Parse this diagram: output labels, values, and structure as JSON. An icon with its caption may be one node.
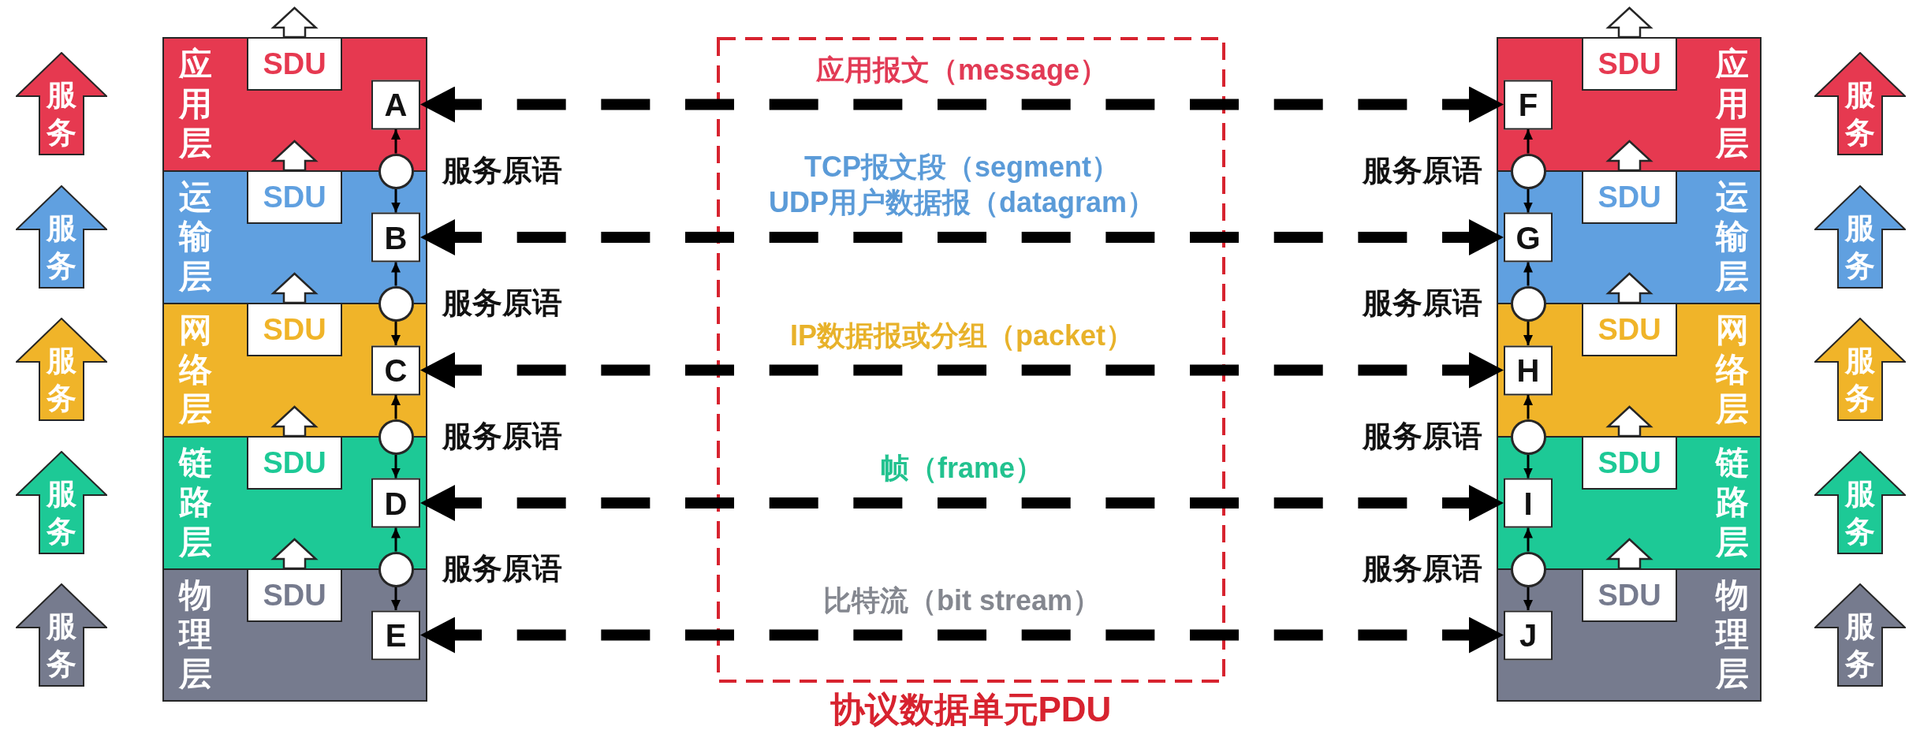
{
  "diagram": {
    "nodes": [
      {
        "text": [
          "服务"
        ]
      },
      {
        "text": [
          "服务"
        ]
      },
      {
        "text": [
          "服务"
        ]
      },
      {
        "text": [
          "服务"
        ]
      },
      {
        "text": [
          "服务"
        ]
      },
      {
        "text": [
          "应用层"
        ]
      },
      {
        "text": [
          "SDU"
        ],
        "in": 5
      },
      {
        "text": [
          "A"
        ],
        "in": 5
      },
      {
        "text": [
          "运输层"
        ]
      },
      {
        "text": [
          "SDU"
        ],
        "in": 8
      },
      {
        "text": [
          "B"
        ],
        "in": 8
      },
      {
        "text": [
          "网络层"
        ]
      },
      {
        "text": [
          "SDU"
        ],
        "in": 11
      },
      {
        "text": [
          "C"
        ],
        "in": 11
      },
      {
        "text": [
          "链路层"
        ]
      },
      {
        "text": [
          "SDU"
        ],
        "in": 14
      },
      {
        "text": [
          "D"
        ],
        "in": 14
      },
      {
        "text": [
          "物理层"
        ]
      },
      {
        "text": [
          "SDU"
        ],
        "in": 17
      },
      {
        "text": [
          "E"
        ],
        "in": 17
      },
      {
        "text": [],
        "shape": "circle",
        "beside": [
          "服务原语"
        ]
      },
      {
        "text": [],
        "shape": "circle",
        "beside": [
          "服务原语"
        ]
      },
      {
        "text": [],
        "shape": "circle",
        "beside": [
          "服务原语"
        ]
      },
      {
        "text": [],
        "shape": "circle",
        "beside": [
          "服务原语"
        ]
      },
      {
        "text": [
          "应用层"
        ]
      },
      {
        "text": [
          "SDU"
        ],
        "in": 24
      },
      {
        "text": [
          "F"
        ],
        "in": 24
      },
      {
        "text": [
          "运输层"
        ]
      },
      {
        "text": [
          "SDU"
        ],
        "in": 27
      },
      {
        "text": [
          "G"
        ],
        "in": 27
      },
      {
        "text": [
          "网络层"
        ]
      },
      {
        "text": [
          "SDU"
        ],
        "in": 30
      },
      {
        "text": [
          "H"
        ],
        "in": 30
      },
      {
        "text": [
          "链路层"
        ]
      },
      {
        "text": [
          "SDU"
        ],
        "in": 33
      },
      {
        "text": [
          "I"
        ],
        "in": 33
      },
      {
        "text": [
          "物理层"
        ]
      },
      {
        "text": [
          "SDU"
        ],
        "in": 36
      },
      {
        "text": [
          "J"
        ],
        "in": 36
      },
      {
        "text": [],
        "shape": "circle",
        "beside": [
          "服务原语"
        ]
      },
      {
        "text": [],
        "shape": "circle",
        "beside": [
          "服务原语"
        ]
      },
      {
        "text": [],
        "shape": "circle",
        "beside": [
          "服务原语"
        ]
      },
      {
        "text": [],
        "shape": "circle",
        "beside": [
          "服务原语"
        ]
      },
      {
        "text": [
          "服务"
        ]
      },
      {
        "text": [
          "服务"
        ]
      },
      {
        "text": [
          "服务"
        ]
      },
      {
        "text": [
          "服务"
        ]
      },
      {
        "text": [
          "服务"
        ]
      }
    ],
    "edges": [
      {
        "from": 7,
        "to": 26,
        "arrow": "both",
        "style": "dashed",
        "label": "应用报文（message）"
      },
      {
        "from": 10,
        "to": 29,
        "arrow": "both",
        "style": "dashed",
        "label": "TCP报文段（segment） UDP用户数据报（datagram）"
      },
      {
        "from": 13,
        "to": 32,
        "arrow": "both",
        "style": "dashed",
        "label": "IP数据报或分组（packet）"
      },
      {
        "from": 16,
        "to": 35,
        "arrow": "both",
        "style": "dashed",
        "label": "帧（frame）"
      },
      {
        "from": 19,
        "to": 38,
        "arrow": "both",
        "style": "dashed",
        "label": "比特流（bit stream）"
      },
      {
        "from": 20,
        "to": 7,
        "arrow": "to"
      },
      {
        "from": 20,
        "to": 10,
        "arrow": "to"
      },
      {
        "from": 21,
        "to": 10,
        "arrow": "to"
      },
      {
        "from": 21,
        "to": 13,
        "arrow": "to"
      },
      {
        "from": 22,
        "to": 13,
        "arrow": "to"
      },
      {
        "from": 22,
        "to": 16,
        "arrow": "to"
      },
      {
        "from": 23,
        "to": 16,
        "arrow": "to"
      },
      {
        "from": 23,
        "to": 19,
        "arrow": "to"
      },
      {
        "from": 39,
        "to": 26,
        "arrow": "to"
      },
      {
        "from": 39,
        "to": 29,
        "arrow": "to"
      },
      {
        "from": 40,
        "to": 29,
        "arrow": "to"
      },
      {
        "from": 40,
        "to": 32,
        "arrow": "to"
      },
      {
        "from": 41,
        "to": 32,
        "arrow": "to"
      },
      {
        "from": 41,
        "to": 35,
        "arrow": "to"
      },
      {
        "from": 42,
        "to": 35,
        "arrow": "to"
      },
      {
        "from": 42,
        "to": 38,
        "arrow": "to"
      },
      {
        "from": 6,
        "to": null,
        "arrow": "to",
        "style": "thick"
      },
      {
        "from": 9,
        "to": null,
        "arrow": "to",
        "style": "thick"
      },
      {
        "from": 12,
        "to": null,
        "arrow": "to",
        "style": "thick"
      },
      {
        "from": 15,
        "to": null,
        "arrow": "to",
        "style": "thick"
      },
      {
        "from": 18,
        "to": null,
        "arrow": "to",
        "style": "thick"
      },
      {
        "from": 25,
        "to": null,
        "arrow": "to",
        "style": "thick"
      },
      {
        "from": 28,
        "to": null,
        "arrow": "to",
        "style": "thick"
      },
      {
        "from": 31,
        "to": null,
        "arrow": "to",
        "style": "thick"
      },
      {
        "from": 34,
        "to": null,
        "arrow": "to",
        "style": "thick"
      },
      {
        "from": 37,
        "to": null,
        "arrow": "to",
        "style": "thick"
      }
    ],
    "labels": [
      "协议数据单元PDU"
    ]
  }
}
